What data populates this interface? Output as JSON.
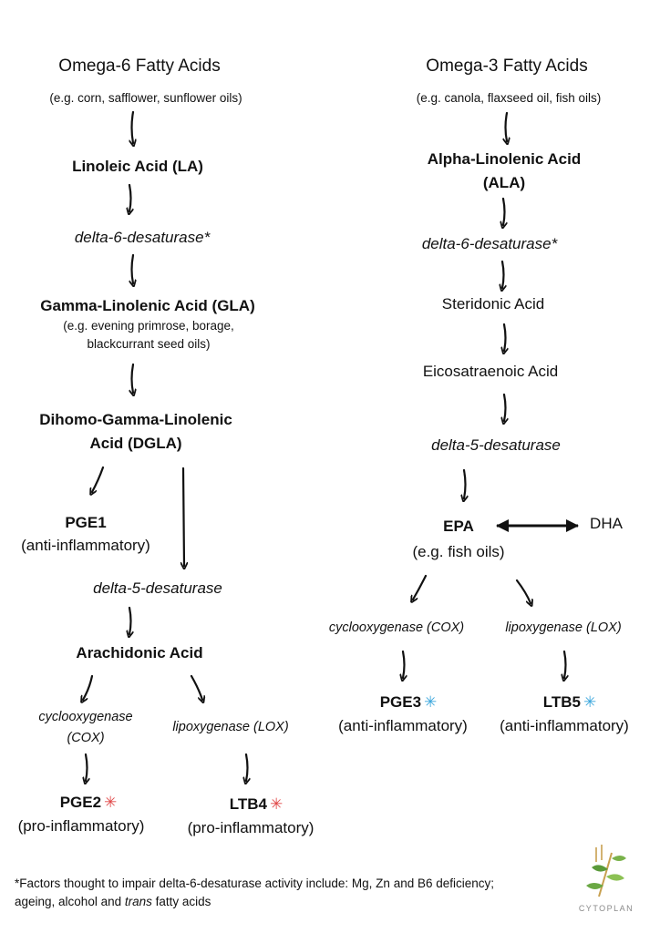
{
  "omega6": {
    "title": "Omega-6 Fatty Acids",
    "sources": "(e.g. corn, safflower, sunflower oils)",
    "la": "Linoleic Acid (LA)",
    "d6d": "delta-6-desaturase*",
    "gla": "Gamma-Linolenic Acid (GLA)",
    "gla_sources_1": "(e.g. evening primrose, borage,",
    "gla_sources_2": "blackcurrant seed oils)",
    "dgla_1": "Dihomo-Gamma-Linolenic",
    "dgla_2": "Acid (DGLA)",
    "pge1": "PGE1",
    "pge1_note": "(anti-inflammatory)",
    "d5d": "delta-5-desaturase",
    "aa": "Arachidonic Acid",
    "cox_1": "cyclooxygenase",
    "cox_2": "(COX)",
    "lox": "lipoxygenase (LOX)",
    "pge2": "PGE2",
    "pge2_note": "(pro-inflammatory)",
    "ltb4": "LTB4",
    "ltb4_note": "(pro-inflammatory)"
  },
  "omega3": {
    "title": "Omega-3 Fatty Acids",
    "sources": "(e.g. canola, flaxseed oil, fish oils)",
    "ala_1": "Alpha-Linolenic Acid",
    "ala_2": "(ALA)",
    "d6d": "delta-6-desaturase*",
    "sda": "Steridonic Acid",
    "eta": "Eicosatraenoic Acid",
    "d5d": "delta-5-desaturase",
    "epa": "EPA",
    "epa_note": "(e.g. fish oils)",
    "dha": "DHA",
    "cox": "cyclooxygenase (COX)",
    "lox": "lipoxygenase (LOX)",
    "pge3": "PGE3",
    "pge3_note": "(anti-inflammatory)",
    "ltb5": "LTB5",
    "ltb5_note": "(anti-inflammatory)"
  },
  "markers": {
    "star_glyph": "✳",
    "pro_color": "#e04848",
    "anti_color": "#3aa6dc"
  },
  "footnote": {
    "line1": "*Factors thought to impair delta-6-desaturase activity include: Mg, Zn and B6 deficiency;",
    "line2_pre": "ageing, alcohol and ",
    "line2_italic": "trans",
    "line2_post": " fatty acids"
  },
  "logo": {
    "icon": "leaf-sprig-icon",
    "text": "CYTOPLAN"
  }
}
